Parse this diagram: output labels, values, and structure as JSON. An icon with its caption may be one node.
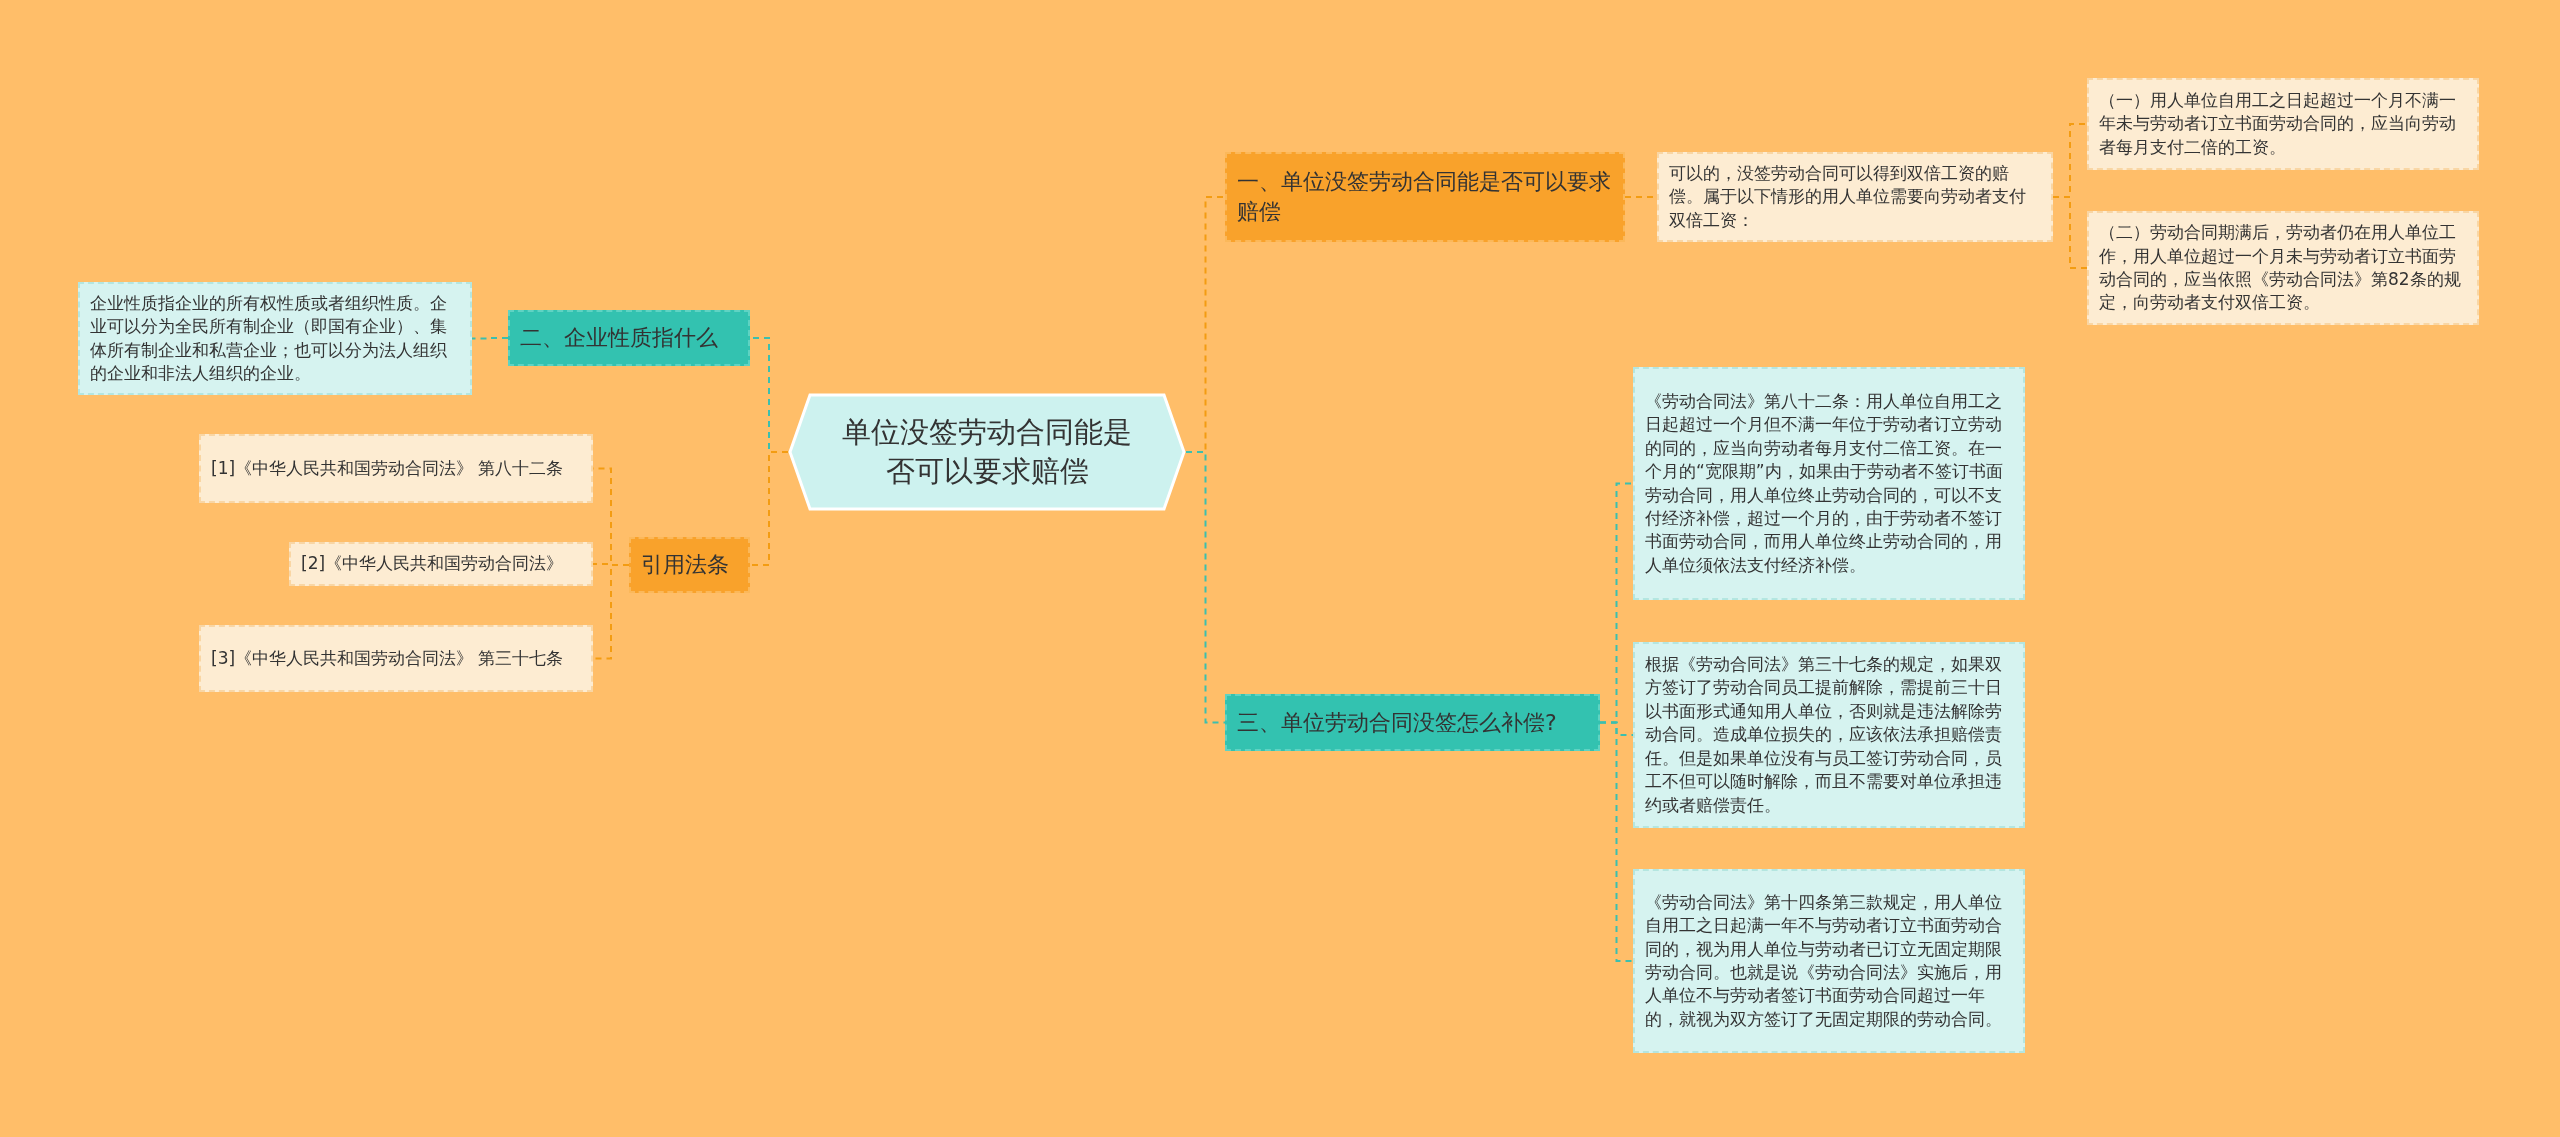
{
  "diagram": {
    "nodes": [
      {
        "text": [
          "单位没签劳动合同能是否可以要求赔偿"
        ]
      },
      {
        "text": [
          "一、单位没签劳动合同能是否可以要求赔偿"
        ]
      },
      {
        "text": [
          "可以的，没签劳动合同可以得到双倍工资的赔偿。属于以下情形的用人单位需要向劳动者支付双倍工资："
        ]
      },
      {
        "text": [
          "（一）用人单位自用工之日起超过一个月不满一年未与劳动者订立书面劳动合同的，应当向劳动者每月支付二倍的工资。"
        ]
      },
      {
        "text": [
          "（二）劳动合同期满后，劳动者仍在用人单位工作，用人单位超过一个月未与劳动者订立书面劳动合同的，应当依照《劳动合同法》第82条的规定，向劳动者支付双倍工资。"
        ]
      },
      {
        "text": [
          "三、单位劳动合同没签怎么补偿?"
        ]
      },
      {
        "text": [
          "《劳动合同法》第八十二条：用人单位自用工之日起超过一个月但不满一年位于劳动者订立劳动的同的，应当向劳动者每月支付二倍工资。在一个月的“宽限期”内，如果由于劳动者不签订书面劳动合同，用人单位终止劳动合同的，可以不支付经济补偿，超过一个月的，由于劳动者不签订书面劳动合同，而用人单位终止劳动合同的，用人单位须依法支付经济补偿。"
        ]
      },
      {
        "text": [
          "根据《劳动合同法》第三十七条的规定，如果双方签订了劳动合同员工提前解除，需提前三十日以书面形式通知用人单位，否则就是违法解除劳动合同。造成单位损失的，应该依法承担赔偿责任。但是如果单位没有与员工签订劳动合同，员工不但可以随时解除，而且不需要对单位承担违约或者赔偿责任。"
        ]
      },
      {
        "text": [
          "《劳动合同法》第十四条第三款规定，用人单位自用工之日起满一年不与劳动者订立书面劳动合同的，视为用人单位与劳动者已订立无固定期限劳动合同。也就是说《劳动合同法》实施后，用人单位不与劳动者签订书面劳动合同超过一年的，就视为双方签订了无固定期限的劳动合同。"
        ]
      },
      {
        "text": [
          "二、企业性质指什么"
        ]
      },
      {
        "text": [
          "企业性质指企业的所有权性质或者组织性质。企业可以分为全民所有制企业（即国有企业）、集体所有制企业和私营企业；也可以分为法人组织的企业和非法人组织的企业。"
        ]
      },
      {
        "text": [
          "引用法条"
        ]
      },
      {
        "text": [
          "[1]《中华人民共和国劳动合同法》 第八十二条"
        ]
      },
      {
        "text": [
          "[2]《中华人民共和国劳动合同法》"
        ]
      },
      {
        "text": [
          "[3]《中华人民共和国劳动合同法》 第三十七条"
        ]
      }
    ],
    "edges": [
      {
        "from": 0,
        "to": 1,
        "arrow": "none"
      },
      {
        "from": 1,
        "to": 2,
        "arrow": "none"
      },
      {
        "from": 2,
        "to": 3,
        "arrow": "none"
      },
      {
        "from": 2,
        "to": 4,
        "arrow": "none"
      },
      {
        "from": 0,
        "to": 5,
        "arrow": "none",
        "color": "#3cbfae"
      },
      {
        "from": 5,
        "to": 6,
        "arrow": "none",
        "color": "#3cbfae"
      },
      {
        "from": 5,
        "to": 7,
        "arrow": "none",
        "color": "#3cbfae"
      },
      {
        "from": 5,
        "to": 8,
        "arrow": "none",
        "color": "#3cbfae"
      },
      {
        "from": 0,
        "to": 9,
        "arrow": "none",
        "color": "#3cbfae"
      },
      {
        "from": 9,
        "to": 10,
        "arrow": "none",
        "color": "#3cbfae"
      },
      {
        "from": 0,
        "to": 11,
        "arrow": "none"
      },
      {
        "from": 11,
        "to": 12,
        "arrow": "none"
      },
      {
        "from": 11,
        "to": 13,
        "arrow": "none"
      },
      {
        "from": 11,
        "to": 14,
        "arrow": "none"
      }
    ]
  }
}
